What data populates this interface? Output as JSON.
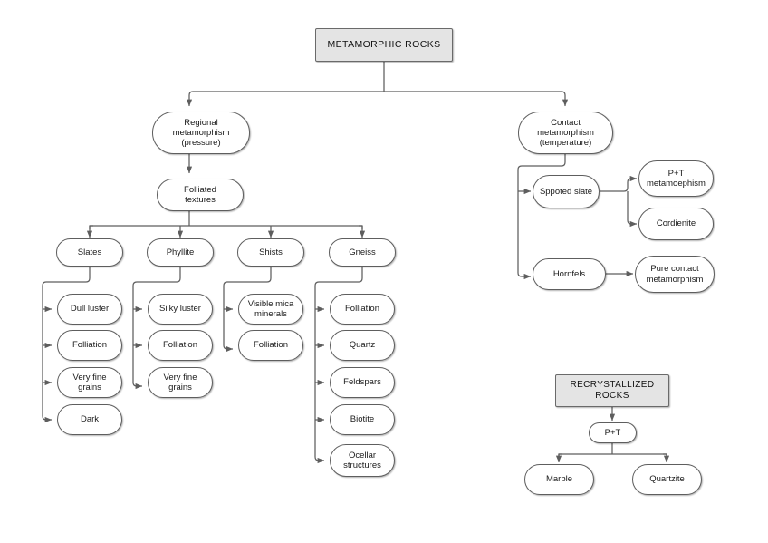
{
  "diagram": {
    "title_node": {
      "label": "METAMORPHIC ROCKS"
    },
    "branches": {
      "regional": {
        "label": "Regional\nmetamorphism\n(pressure)"
      },
      "contact": {
        "label": "Contact\nmetamorphism\n(temperature)"
      }
    },
    "regional_branch": {
      "textures": {
        "label": "Folliated\ntextures"
      },
      "categories": [
        {
          "label": "Slates",
          "properties": [
            {
              "label": "Dull luster"
            },
            {
              "label": "Folliation"
            },
            {
              "label": "Very fine\ngrains"
            },
            {
              "label": "Dark"
            }
          ]
        },
        {
          "label": "Phyllite",
          "properties": [
            {
              "label": "Silky luster"
            },
            {
              "label": "Folliation"
            },
            {
              "label": "Very fine\ngrains"
            }
          ]
        },
        {
          "label": "Shists",
          "properties": [
            {
              "label": "Visible mica\nminerals"
            },
            {
              "label": "Folliation"
            }
          ]
        },
        {
          "label": "Gneiss",
          "properties": [
            {
              "label": "Folliation"
            },
            {
              "label": "Quartz"
            },
            {
              "label": "Feldspars"
            },
            {
              "label": "Biotite"
            },
            {
              "label": "Ocellar\nstructures"
            }
          ]
        }
      ]
    },
    "contact_branch": {
      "items": [
        {
          "label": "Sppoted slate",
          "results": [
            {
              "label": "P+T\nmetamoephism"
            },
            {
              "label": "Cordienite"
            }
          ]
        },
        {
          "label": "Hornfels",
          "results": [
            {
              "label": "Pure contact\nmetamorphism"
            }
          ]
        }
      ]
    },
    "recrystallized": {
      "title_node": {
        "label": "RECRYSTALLIZED\nROCKS"
      },
      "condition": {
        "label": "P+T"
      },
      "products": [
        {
          "label": "Marble"
        },
        {
          "label": "Quartzite"
        }
      ]
    },
    "colors": {
      "stroke": "#5e5e5e",
      "shaded_fill": "#e4e4e4",
      "node_fill": "#ffffff",
      "text": "#1a1a1a"
    }
  }
}
